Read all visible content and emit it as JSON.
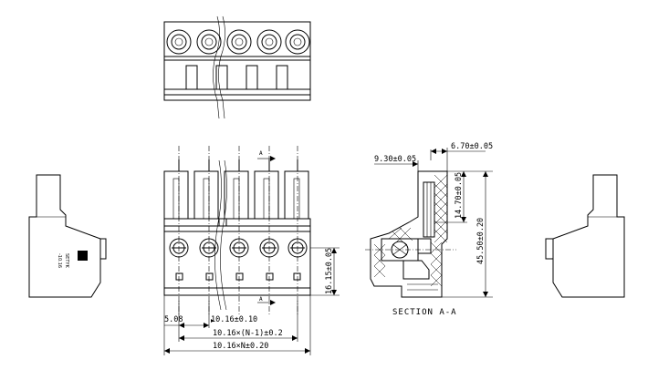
{
  "dimensions": {
    "pitch_offset": "5.08",
    "pitch": "10.16±0.10",
    "span_n_minus_1": "10.16×(N-1)±0.2",
    "total_length": "10.16×N±0.20",
    "pin_height": "16.15±0.05",
    "top_depth": "9.30±0.05",
    "top_width": "6.70±0.05",
    "slot_height": "14.70±0.05",
    "total_height": "45.50±0.20"
  },
  "labels": {
    "section_marker": "A",
    "section_caption": "SECTION A-A",
    "brand_line1": "SETYK",
    "brand_line2": "-10.16"
  }
}
